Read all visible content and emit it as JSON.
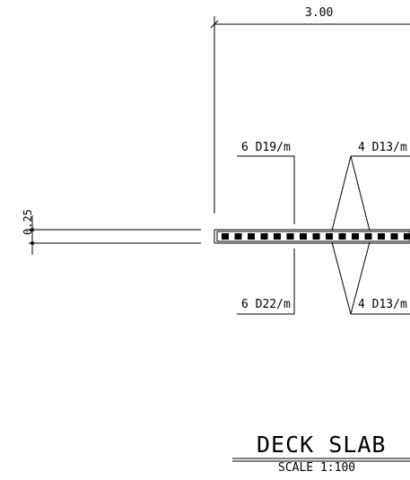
{
  "dimensions": {
    "width": "3.00",
    "thickness": "0.25"
  },
  "reinforcement": {
    "top_left": "6 D19/m",
    "top_right": "4 D13/m",
    "bottom_left": "6 D22/m",
    "bottom_right": "4 D13/m"
  },
  "title": {
    "name": "DECK SLAB",
    "scale": "SCALE 1:100"
  }
}
